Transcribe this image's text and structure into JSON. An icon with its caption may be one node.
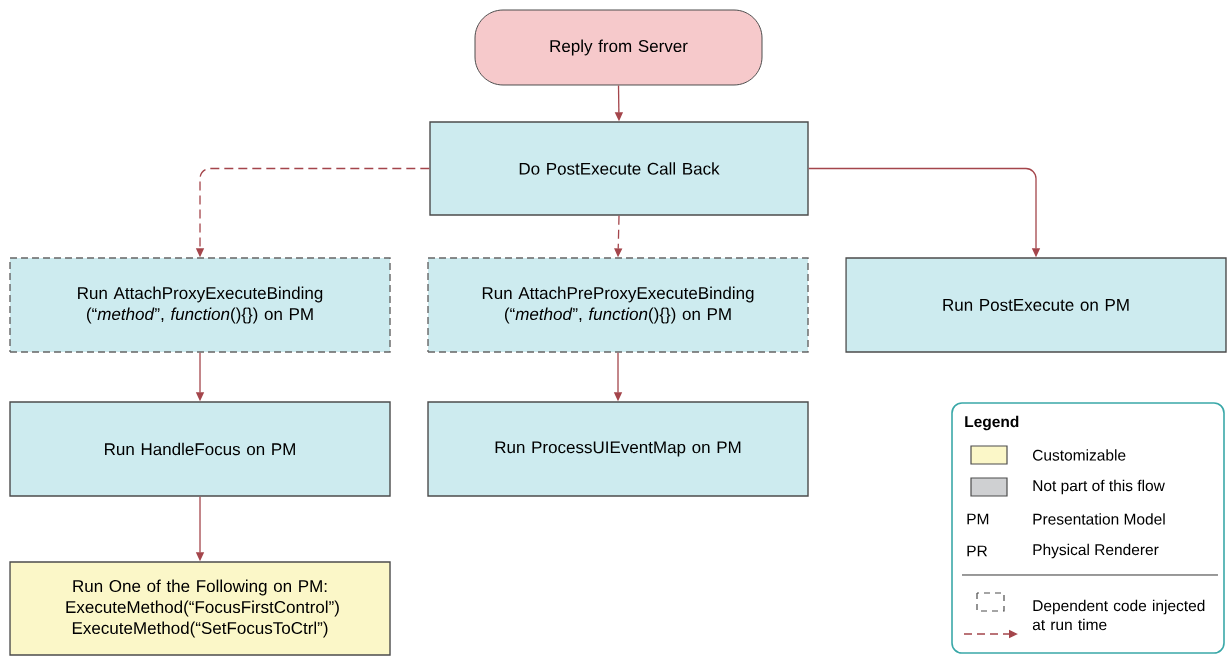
{
  "diagram": {
    "nodes": [
      {
        "text": [
          "Reply from Server"
        ]
      },
      {
        "text": [
          "Do PostExecute Call Back"
        ]
      },
      {
        "text": [
          "Run AttachProxyExecuteBinding (“*method*”, *function*(){}) on PM"
        ]
      },
      {
        "text": [
          "Run AttachPreProxyExecuteBinding (“*method*”, *function*(){}) on PM"
        ]
      },
      {
        "text": [
          "Run PostExecute on PM"
        ]
      },
      {
        "text": [
          "Run HandleFocus on PM"
        ]
      },
      {
        "text": [
          "Run ProcessUIEventMap on PM"
        ]
      },
      {
        "text": [
          "Run One of the Following on PM: ExecuteMethod(“FocusFirstControl”) ExecuteMethod(“SetFocusToCtrl”)"
        ]
      }
    ],
    "edges": [
      {
        "from": 0,
        "to": 1,
        "arrow": "to"
      },
      {
        "from": 1,
        "to": 2,
        "arrow": "to",
        "style": "dashed"
      },
      {
        "from": 1,
        "to": 3,
        "arrow": "to",
        "style": "dashed"
      },
      {
        "from": 1,
        "to": 4,
        "arrow": "to"
      },
      {
        "from": 2,
        "to": 5,
        "arrow": "to"
      },
      {
        "from": 3,
        "to": 6,
        "arrow": "to"
      },
      {
        "from": 5,
        "to": 7,
        "arrow": "to"
      }
    ],
    "labels": [
      "Legend",
      "PM",
      "Presentation Model",
      "PR",
      "Physical Renderer"
    ],
    "legend": [
      {
        "text": "Customizable",
        "color": "#fbf7c8"
      },
      {
        "text": "Not part of this flow",
        "color": "#cfd0d2"
      },
      {
        "text": "Dependent code injected at run time"
      }
    ]
  }
}
